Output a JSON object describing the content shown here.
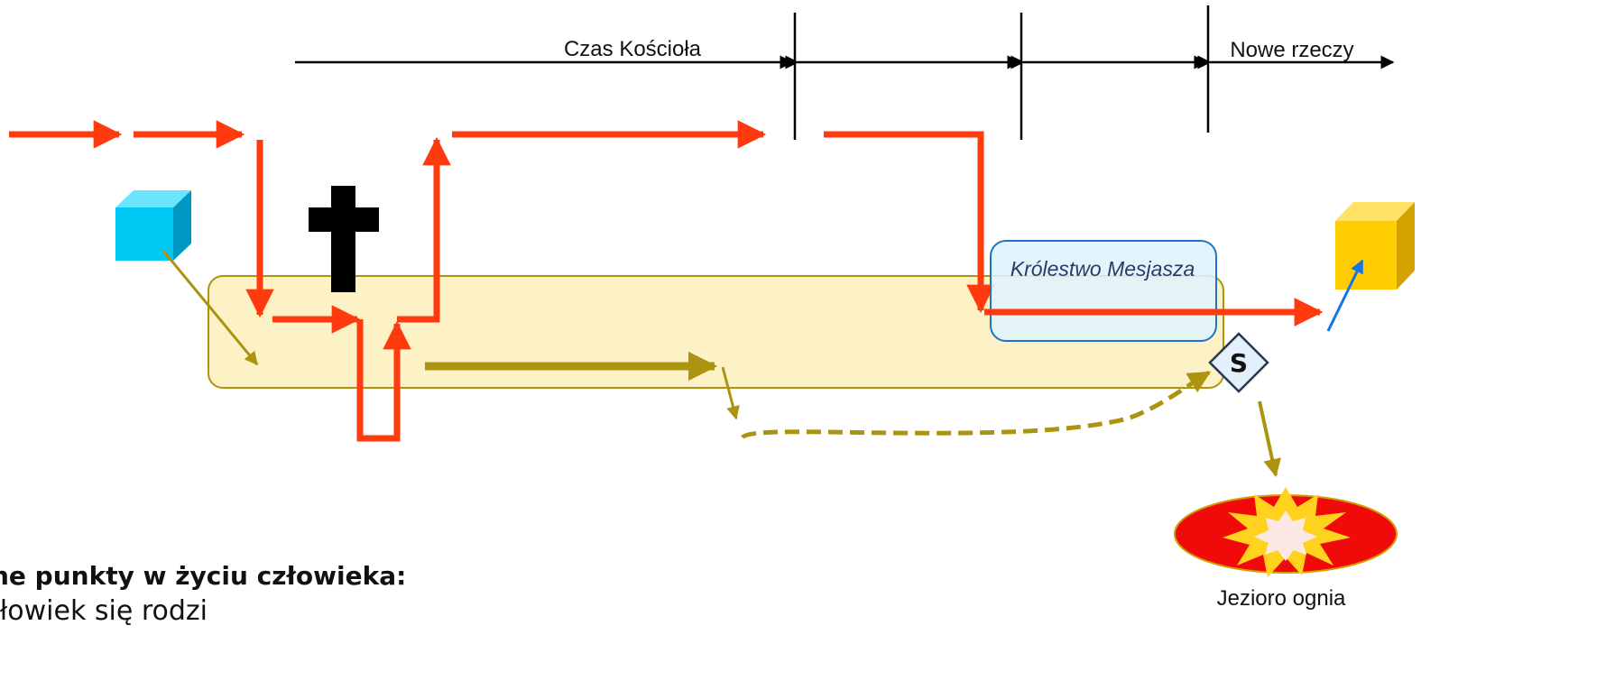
{
  "timeline": {
    "church_label": "Czas Kościoła",
    "new_things_label": "Nowe rzeczy"
  },
  "kingdom": {
    "label": "Królestwo Mesjasza"
  },
  "judgement": {
    "letter": "S"
  },
  "lake": {
    "label": "Jezioro ognia"
  },
  "text": {
    "heading": "ne punkty w życiu człowieka:",
    "item_1": "złowiek się rodzi"
  },
  "colors": {
    "path_red": "#ff3a0e",
    "human_gold": "#ad9410",
    "life_box_fill": "#fdf2c6",
    "kingdom_fill": "#dff2fd",
    "kingdom_border": "#1e74c9",
    "cube_blue": "#00c8f5",
    "cube_gold": "#ffcc00",
    "arrow_blue": "#1473e6",
    "lake_red": "#f00a0a",
    "burst_yellow": "#ffd21e"
  },
  "icons": [
    "cross-icon",
    "blue-cube-icon",
    "gold-cube-icon",
    "explosion-icon",
    "diamond-s-icon"
  ]
}
